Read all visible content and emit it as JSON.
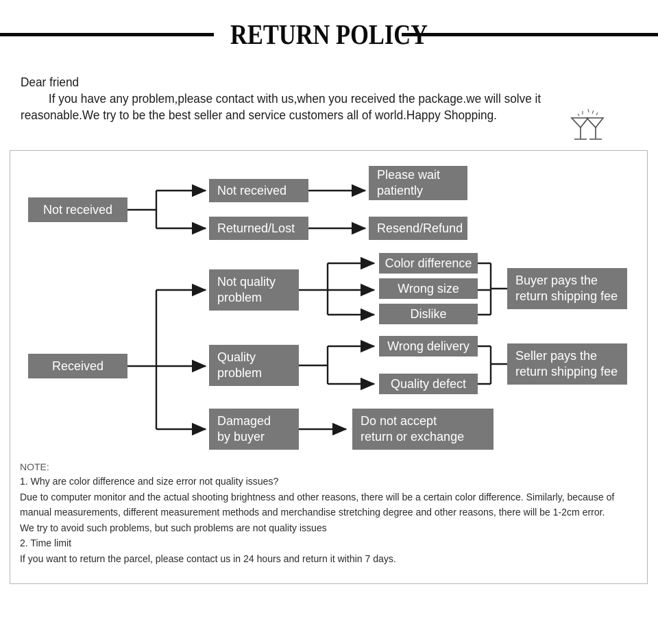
{
  "header": {
    "title": "RETURN POLICY"
  },
  "intro": {
    "greeting": "Dear friend",
    "body": "If you have any problem,please contact with us,when you received the package.we will solve it reasonable.We try to be the best seller and service customers all of world.Happy Shopping.",
    "icon": "cocktail-glasses-icon"
  },
  "flowchart": {
    "nodes": [
      {
        "id": "not-received-root",
        "label": "Not received"
      },
      {
        "id": "not-received-branch",
        "label": "Not received"
      },
      {
        "id": "returned-lost",
        "label": "Returned/Lost"
      },
      {
        "id": "please-wait",
        "label": "Please wait\npatiently"
      },
      {
        "id": "resend-refund",
        "label": "Resend/Refund"
      },
      {
        "id": "received-root",
        "label": "Received"
      },
      {
        "id": "not-quality-problem",
        "label": "Not quality\nproblem"
      },
      {
        "id": "color-difference",
        "label": "Color difference"
      },
      {
        "id": "wrong-size",
        "label": "Wrong size"
      },
      {
        "id": "dislike",
        "label": "Dislike"
      },
      {
        "id": "buyer-pays",
        "label": "Buyer pays the\nreturn shipping fee"
      },
      {
        "id": "quality-problem",
        "label": "Quality\nproblem"
      },
      {
        "id": "wrong-delivery",
        "label": "Wrong delivery"
      },
      {
        "id": "quality-defect",
        "label": "Quality defect"
      },
      {
        "id": "seller-pays",
        "label": "Seller pays the\nreturn shipping fee"
      },
      {
        "id": "damaged-by-buyer",
        "label": "Damaged\nby buyer"
      },
      {
        "id": "do-not-accept",
        "label": "Do not accept\nreturn or exchange"
      }
    ],
    "box_color": "#787878",
    "box_text_color": "#ffffff",
    "connector_color": "#1a1a1a"
  },
  "note": {
    "heading": "NOTE:",
    "lines": [
      "1. Why are color difference and size error not quality issues?",
      "Due to computer monitor and the actual shooting brightness and other reasons, there will be a certain color difference. Similarly, because of",
      "manual measurements, different measurement methods and merchandise stretching degree and other reasons, there will be 1-2cm error.",
      "We try to avoid such problems, but such problems are not quality issues",
      "2. Time limit",
      "If you want to return the parcel, please contact us in 24 hours and return it within 7 days."
    ]
  }
}
